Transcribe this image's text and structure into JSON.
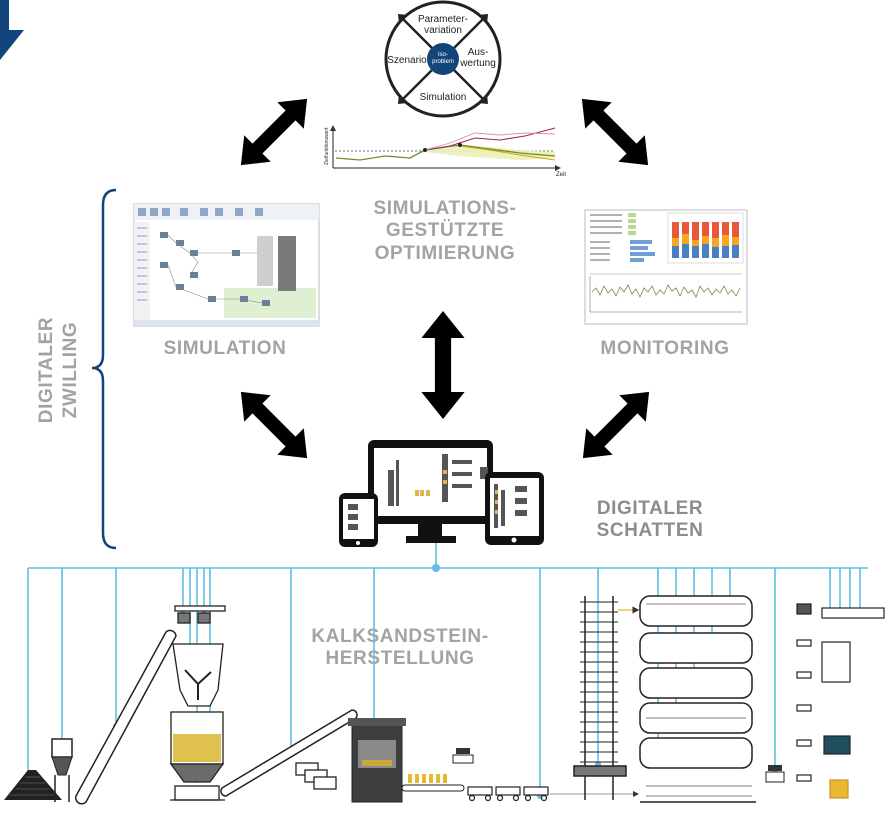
{
  "cycle": {
    "center": "Iso-\nproblem",
    "top": "Parameter-\nvariation",
    "right": "Aus-\nwertung",
    "bottom": "Simulation",
    "left": "Szenario"
  },
  "trend_chart": {
    "ylabel": "Zielfunktionswert",
    "xlabel": "Zeit"
  },
  "labels": {
    "optimization": "SIMULATIONS-\nGESTÜTZTE\nOPTIMIERUNG",
    "simulation": "SIMULATION",
    "monitoring": "MONITORING",
    "twin_line1": "DIGITALER",
    "twin_line2": "ZWILLING",
    "shadow": "DIGITALER\nSCHATTEN",
    "production": "KALKSANDSTEIN-\nHERSTELLUNG"
  },
  "colors": {
    "arrow": "#12457a",
    "line": "#5fbfe8",
    "label": "#a3a3a3"
  }
}
